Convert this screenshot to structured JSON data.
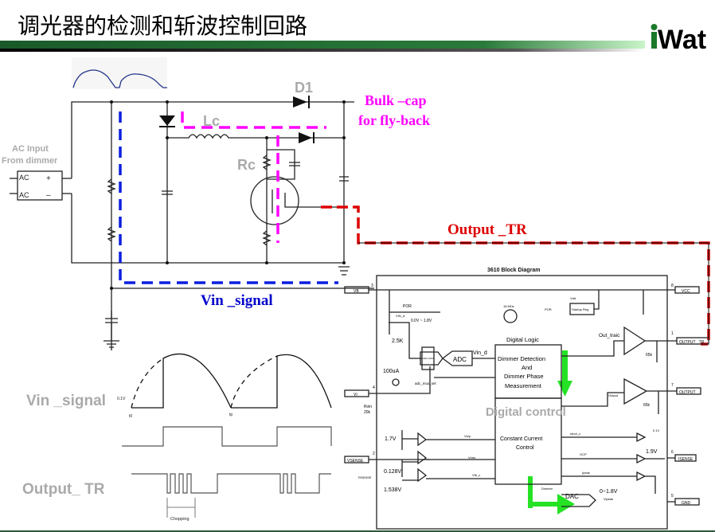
{
  "slide": {
    "title": "调光器的检测和斩波控制回路",
    "logo_text": "iWatt",
    "colors": {
      "header_bar": "#1a5a2a",
      "logo_i": "#1a7a2a",
      "vin_signal": "#0000cc",
      "lc_path": "#ff00ff",
      "output_tr": "#dd0000",
      "highlight_arrow": "#00dd00"
    }
  },
  "circuit": {
    "ac_input_line1": "AC Input",
    "ac_input_line2": "From dimmer",
    "ac_plus_label": "AC",
    "ac_minus_label": "AC",
    "plus_sign": "+",
    "minus_sign": "–",
    "d1_label": "D1",
    "lc_label": "Lc",
    "rc_label": "Rc",
    "bulk_cap_line1": "Bulk –cap",
    "bulk_cap_line2": "for fly-back",
    "output_tr_label": "Output _TR",
    "vin_signal_label": "Vin _signal"
  },
  "block_diagram": {
    "title": "3610  Block Diagram",
    "pins": [
      {
        "num": "3",
        "name": "VB"
      },
      {
        "num": "4",
        "name": "VI"
      },
      {
        "num": "2",
        "name": "VSENSE"
      },
      {
        "num": "8",
        "name": "VCC"
      },
      {
        "num": "1",
        "name": "OUTPUT _TR"
      },
      {
        "num": "7",
        "name": "OUTPUT"
      },
      {
        "num": "6",
        "name": "ISENSE"
      },
      {
        "num": "5",
        "name": "GND"
      }
    ],
    "labels": {
      "por": "POR",
      "vin_a": "VIN_A",
      "range1": "0.0V ~ 1.8V",
      "r25k": "2.5K",
      "i100ua": "100uA",
      "adc_mux": "ADC-MUX",
      "adc": "ADC",
      "vin_d": "Vin_d",
      "adc_mux_sel": "adc_mux_sel",
      "clk": "16 MHz",
      "vdd": "Vdd",
      "por2": "POR",
      "startup": "Startup Reg",
      "digital_logic": "Digital Logic",
      "dimmer1": "Dimmer Detection",
      "dimmer2": "And",
      "dimmer3": "Dimmer Phase",
      "dimmer4": "Measurement",
      "out_traic": "Out_traic",
      "r65k_1": "65k",
      "output_sig": "Output",
      "r65k_2": "65k",
      "digital_control": "Digital control",
      "rvin": "Rvin",
      "r20k": "20k",
      "rsense": "RSENSE",
      "v17": "1.7V",
      "v0128": "0.128V",
      "v1538": "1.538V",
      "vsrp": "Vsrp",
      "vrms": "Vrms",
      "vfb": "Vfb_c",
      "cc1": "Constant Current",
      "cc2": "Control",
      "short_c": "short_c",
      "v01": "0.1V",
      "ocp": "OCP",
      "v19": "1.9V",
      "ipeak": "Ipeak",
      "dimmer": "Dimmer",
      "dac": "DAC",
      "range2": "0~1.8V",
      "vipeak": "Vipeak"
    }
  },
  "waveforms": {
    "vin_signal_label": "Vin _signal",
    "output_tr_label": "Output_ TR",
    "v_marker": "0.1V",
    "t0_label": "t0",
    "tp_label": "tp",
    "chopping_label": "Chopping"
  }
}
